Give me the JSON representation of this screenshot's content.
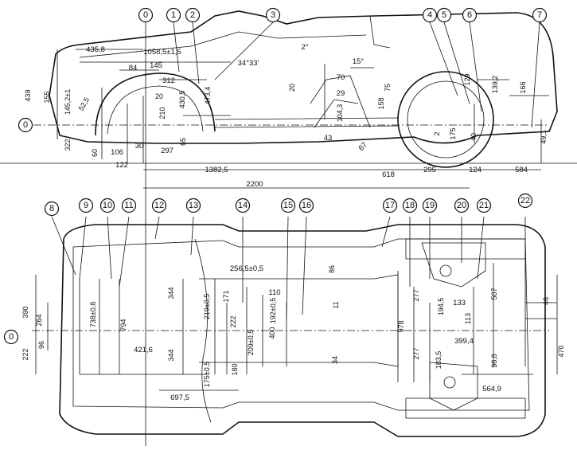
{
  "callouts": [
    "0",
    "1",
    "2",
    "3",
    "4",
    "5",
    "6",
    "7",
    "8",
    "9",
    "10",
    "11",
    "12",
    "13",
    "14",
    "15",
    "16",
    "17",
    "18",
    "19",
    "20",
    "21",
    "22",
    "0",
    "0"
  ],
  "dims": [
    "435,8",
    "1058,5±1,5",
    "145",
    "84",
    "312",
    "34°33'",
    "2°",
    "15°",
    "70",
    "20",
    "75",
    "29",
    "158",
    "104,3",
    "67",
    "43",
    "129",
    "139,2",
    "166",
    "175",
    "40",
    "2",
    "49,1",
    "439",
    "155",
    "145,2±1",
    "52,5",
    "20",
    "210",
    "473,4",
    "430,5",
    "65",
    "297",
    "106",
    "30",
    "60",
    "322",
    "122",
    "1382,5",
    "2200",
    "618",
    "295",
    "124",
    "584",
    "256,5±0,5",
    "86",
    "390",
    "264",
    "96",
    "222",
    "738±0,8",
    "794",
    "421,6",
    "344",
    "344",
    "219±0,5",
    "171",
    "175±0,5",
    "222",
    "209±0,5",
    "192±0,5",
    "110",
    "400",
    "180",
    "697,5",
    "11",
    "34",
    "978",
    "277",
    "194,5",
    "277",
    "183,5",
    "133",
    "113",
    "507",
    "399,4",
    "98,8",
    "46",
    "470",
    "564,9"
  ]
}
